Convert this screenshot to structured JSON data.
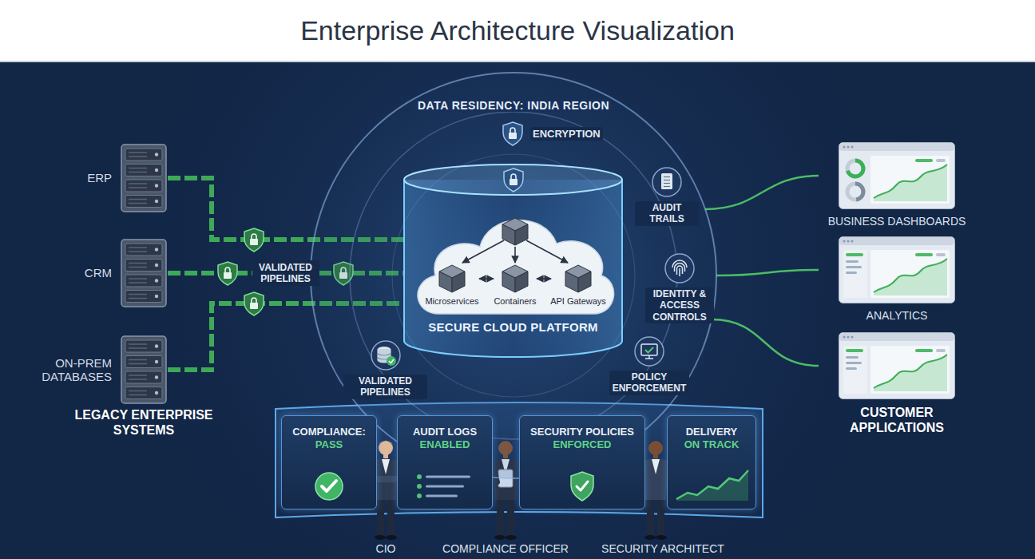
{
  "diagram": {
    "title": "Enterprise Architecture Visualization",
    "nodes": [
      {
        "text": [
          "ERP"
        ]
      },
      {
        "text": [
          "CRM"
        ]
      },
      {
        "text": [
          "ON-PREM DATABASES"
        ]
      },
      {
        "text": [
          "DATA RESIDENCY: INDIA REGION"
        ]
      },
      {
        "text": [
          "ENCRYPTION"
        ],
        "in": 3
      },
      {
        "text": [
          "AUDIT TRAILS"
        ],
        "in": 3
      },
      {
        "text": [
          "IDENTITY & ACCESS CONTROLS"
        ],
        "in": 3
      },
      {
        "text": [
          "POLICY ENFORCEMENT"
        ],
        "in": 3
      },
      {
        "text": [
          "VALIDATED PIPELINES"
        ],
        "in": 3
      },
      {
        "text": [
          "SECURE CLOUD PLATFORM"
        ],
        "in": 3
      },
      {
        "text": [
          "Microservices"
        ],
        "in": 9
      },
      {
        "text": [
          "Containers"
        ],
        "in": 9
      },
      {
        "text": [
          "API Gateways"
        ],
        "in": 9
      },
      {
        "text": [
          "BUSINESS DASHBOARDS"
        ]
      },
      {
        "text": [
          "ANALYTICS"
        ]
      },
      {
        "text": [
          "CUSTOMER APPLICATIONS"
        ]
      },
      {
        "text": [
          "COMPLIANCE:",
          "PASS"
        ]
      },
      {
        "text": [
          "AUDIT LOGS",
          "ENABLED"
        ]
      },
      {
        "text": [
          "SECURITY POLICIES",
          "ENFORCED"
        ]
      },
      {
        "text": [
          "DELIVERY",
          "ON TRACK"
        ]
      }
    ],
    "edges": [
      {
        "from": 0,
        "to": 9,
        "arrow": "none"
      },
      {
        "from": 1,
        "to": 9,
        "label": "VALIDATED PIPELINES",
        "arrow": "none"
      },
      {
        "from": 2,
        "to": 9,
        "arrow": "none"
      },
      {
        "from": 10,
        "to": 11,
        "arrow": "both"
      },
      {
        "from": 11,
        "to": 12,
        "arrow": "both"
      },
      {
        "from": 3,
        "to": 13,
        "arrow": "none"
      },
      {
        "from": 3,
        "to": 14,
        "arrow": "none"
      },
      {
        "from": 3,
        "to": 15,
        "arrow": "none"
      }
    ],
    "labels": [
      "LEGACY ENTERPRISE SYSTEMS",
      "CIO",
      "COMPLIANCE OFFICER",
      "SECURITY ARCHITECT"
    ]
  }
}
